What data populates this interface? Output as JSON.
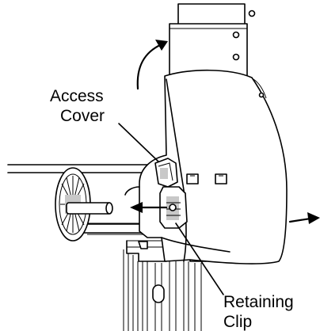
{
  "diagram": {
    "labels": {
      "access_cover_line1": "Access",
      "access_cover_line2": "Cover",
      "retaining_clip_line1": "Retaining",
      "retaining_clip_line2": "Clip"
    },
    "components": [
      "bracket",
      "housing",
      "roller-tube",
      "end-cap",
      "rail-profile",
      "access-cover",
      "retaining-clip"
    ],
    "arrows": [
      "rotate-arrow",
      "pull-left-arrow",
      "pull-right-arrow"
    ],
    "colors": {
      "line": "#000000",
      "background": "#ffffff",
      "shade": "#c8c8c8"
    }
  }
}
